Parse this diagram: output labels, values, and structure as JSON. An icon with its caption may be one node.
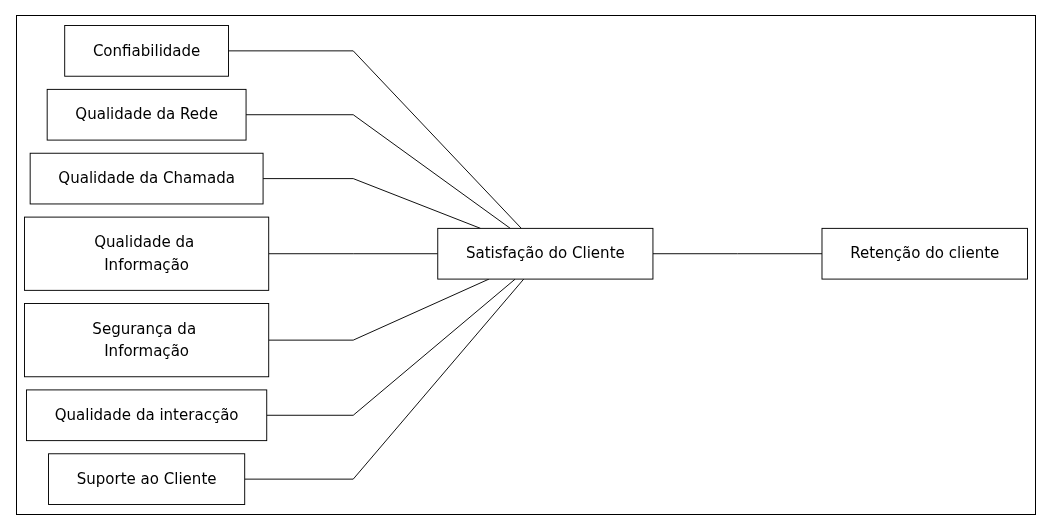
{
  "diagram": {
    "nodes": [
      {
        "text": [
          "Confiabilidade"
        ]
      },
      {
        "text": [
          "Qualidade da Rede"
        ]
      },
      {
        "text": [
          "Qualidade da Chamada"
        ]
      },
      {
        "text": [
          "Qualidade da Informação"
        ]
      },
      {
        "text": [
          "Segurança da Informação"
        ]
      },
      {
        "text": [
          "Qualidade da interacção"
        ]
      },
      {
        "text": [
          "Suporte ao Cliente"
        ]
      },
      {
        "text": [
          "Satisfação do Cliente"
        ]
      },
      {
        "text": [
          "Retenção do cliente"
        ]
      }
    ],
    "edges": [
      {
        "from": 0,
        "to": 7,
        "arrow": "none"
      },
      {
        "from": 1,
        "to": 7,
        "arrow": "none"
      },
      {
        "from": 2,
        "to": 7,
        "arrow": "none"
      },
      {
        "from": 3,
        "to": 7,
        "arrow": "none"
      },
      {
        "from": 4,
        "to": 7,
        "arrow": "none"
      },
      {
        "from": 5,
        "to": 7,
        "arrow": "none"
      },
      {
        "from": 6,
        "to": 7,
        "arrow": "none"
      },
      {
        "from": 7,
        "to": 8,
        "arrow": "none"
      }
    ]
  }
}
